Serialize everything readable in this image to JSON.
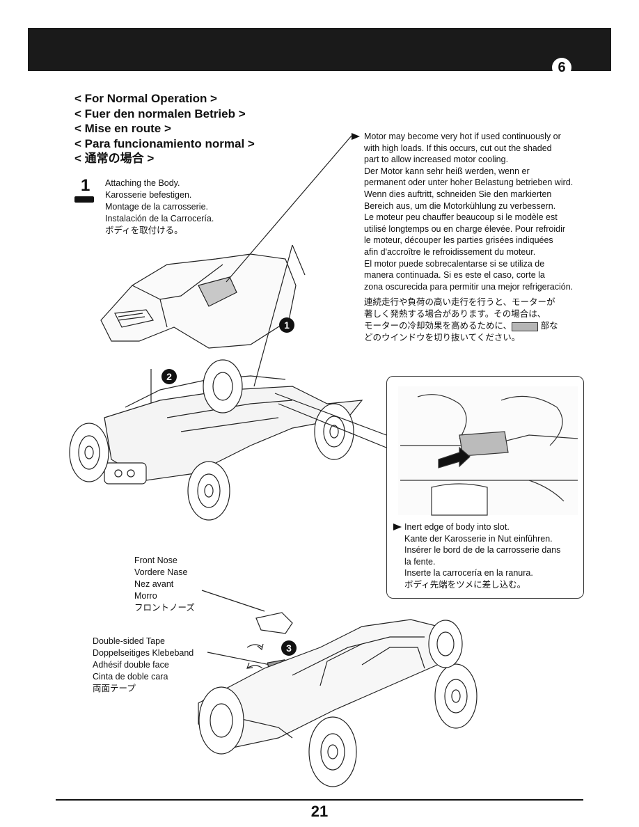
{
  "header": {
    "step_badge": "6"
  },
  "headings": [
    "< For Normal Operation >",
    "< Fuer den normalen Betrieb >",
    "< Mise en route >",
    "< Para funcionamiento normal >",
    "< 通常の場合 >"
  ],
  "step1": {
    "number": "1",
    "lines": [
      "Attaching the Body.",
      "Karosserie befestigen.",
      "Montage de la carrosserie.",
      "Instalación de la Carrocería.",
      "ボディを取付ける。"
    ]
  },
  "motor_note": {
    "lines": [
      "Motor may become very hot if used continuously or",
      "with high loads. If this occurs, cut out the shaded",
      "part to allow increased motor cooling.",
      "Der Motor kann sehr heiß werden, wenn er",
      "permanent oder unter hoher Belastung betrieben wird.",
      "Wenn dies auftritt, schneiden Sie den markierten",
      "Bereich aus, um die Motorkühlung zu verbessern.",
      "Le moteur peu chauffer beaucoup si le modèle est",
      "utilisé longtemps ou en charge élevée. Pour refroidir",
      "le moteur, découper les parties grisées indiquées",
      "afin d'accroître le refroidissement du moteur.",
      "El motor puede sobrecalentarse si se utiliza de",
      "manera continuada. Si es este el caso, corte la",
      "zona oscurecida para permitir una mejor refrigeración."
    ],
    "ja_line1": "連続走行や負荷の高い走行を行うと、モーターが",
    "ja_line2": "著しく発熱する場合があります。その場合は、",
    "ja_line3_before": "モーターの冷却効果を高めるために、",
    "ja_line3_after": "部な",
    "ja_line4": "どのウインドウを切り抜いてください。"
  },
  "slot_callout": {
    "lines": [
      "Inert edge of body into slot.",
      "Kante der Karosserie in Nut einführen.",
      "Insérer le bord de de la carrosserie dans",
      "la fente.",
      "Inserte la carrocería en la ranura.",
      "ボディ先端をツメに差し込む。"
    ]
  },
  "front_nose": {
    "lines": [
      "Front Nose",
      "Vordere Nase",
      "Nez avant",
      "Morro",
      "フロントノーズ"
    ]
  },
  "tape": {
    "lines": [
      "Double-sided Tape",
      "Doppelseitiges Klebeband",
      "Adhésif double face",
      "Cinta de doble cara",
      "両面テープ"
    ]
  },
  "markers": {
    "m1": "1",
    "m2": "2",
    "m3": "3"
  },
  "page_number": "21"
}
